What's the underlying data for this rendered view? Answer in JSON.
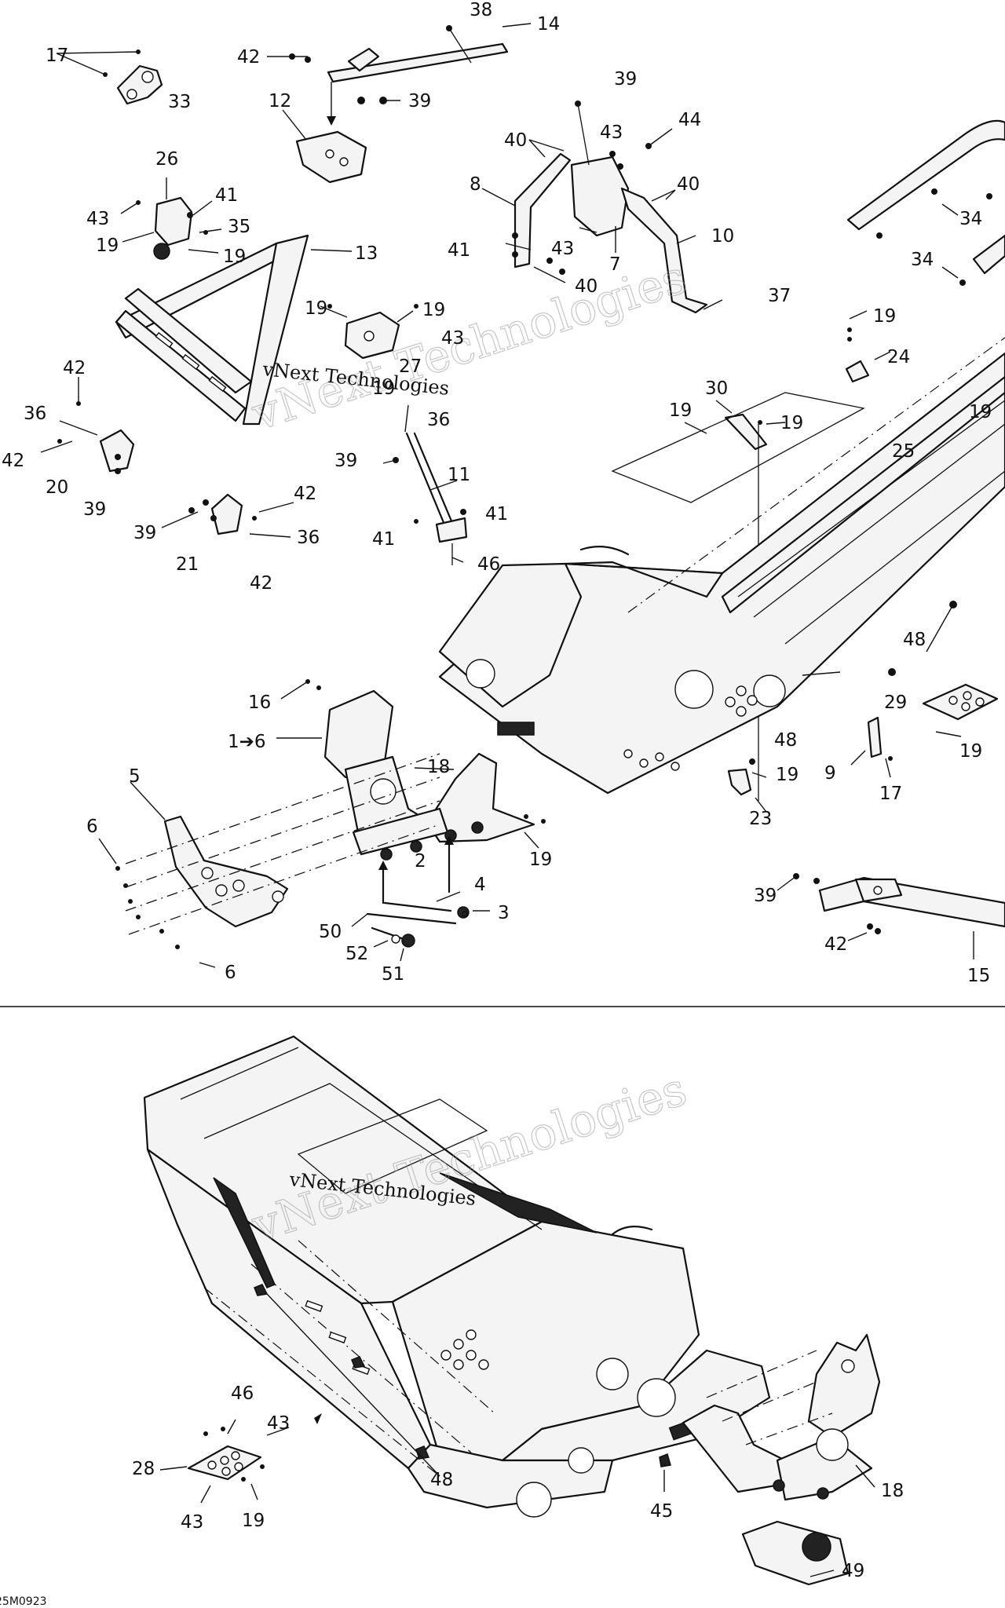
{
  "diagram": {
    "watermark_top": "vNext Technologies",
    "watermark_bottom": "vNext Technologies",
    "watermark_ghost": "vNext Technologies",
    "figure_code": "25M0923",
    "callouts": [
      {
        "id": "c38a",
        "label": "38"
      },
      {
        "id": "c14",
        "label": "14"
      },
      {
        "id": "c17a",
        "label": "17"
      },
      {
        "id": "c33",
        "label": "33"
      },
      {
        "id": "c42a",
        "label": "42"
      },
      {
        "id": "c39a",
        "label": "39"
      },
      {
        "id": "c12",
        "label": "12"
      },
      {
        "id": "c39b",
        "label": "39"
      },
      {
        "id": "c44",
        "label": "44"
      },
      {
        "id": "c40a",
        "label": "40"
      },
      {
        "id": "c43a",
        "label": "43"
      },
      {
        "id": "c8",
        "label": "8"
      },
      {
        "id": "c40b",
        "label": "40"
      },
      {
        "id": "c26",
        "label": "26"
      },
      {
        "id": "c41a",
        "label": "41"
      },
      {
        "id": "c43b",
        "label": "43"
      },
      {
        "id": "c35",
        "label": "35"
      },
      {
        "id": "c19a",
        "label": "19"
      },
      {
        "id": "c19b",
        "label": "19"
      },
      {
        "id": "c13",
        "label": "13"
      },
      {
        "id": "c41b",
        "label": "41"
      },
      {
        "id": "c43c",
        "label": "43"
      },
      {
        "id": "c7",
        "label": "7"
      },
      {
        "id": "c10",
        "label": "10"
      },
      {
        "id": "c40c",
        "label": "40"
      },
      {
        "id": "c34a",
        "label": "34"
      },
      {
        "id": "c34b",
        "label": "34"
      },
      {
        "id": "c37",
        "label": "37"
      },
      {
        "id": "c19c",
        "label": "19"
      },
      {
        "id": "c19d",
        "label": "19"
      },
      {
        "id": "c43d",
        "label": "43"
      },
      {
        "id": "c27",
        "label": "27"
      },
      {
        "id": "c19e",
        "label": "19"
      },
      {
        "id": "c19f",
        "label": "19"
      },
      {
        "id": "c24",
        "label": "24"
      },
      {
        "id": "c42b",
        "label": "42"
      },
      {
        "id": "c36a",
        "label": "36"
      },
      {
        "id": "c30",
        "label": "30"
      },
      {
        "id": "c19g",
        "label": "19"
      },
      {
        "id": "c19h",
        "label": "19"
      },
      {
        "id": "c19i",
        "label": "19"
      },
      {
        "id": "c42c",
        "label": "42"
      },
      {
        "id": "c20",
        "label": "20"
      },
      {
        "id": "c39c",
        "label": "39"
      },
      {
        "id": "c36b",
        "label": "36"
      },
      {
        "id": "c39d",
        "label": "39"
      },
      {
        "id": "c25",
        "label": "25"
      },
      {
        "id": "c11",
        "label": "11"
      },
      {
        "id": "c42d",
        "label": "42"
      },
      {
        "id": "c41c",
        "label": "41"
      },
      {
        "id": "c39e",
        "label": "39"
      },
      {
        "id": "c36c",
        "label": "36"
      },
      {
        "id": "c41d",
        "label": "41"
      },
      {
        "id": "c21",
        "label": "21"
      },
      {
        "id": "c46a",
        "label": "46"
      },
      {
        "id": "c42e",
        "label": "42"
      },
      {
        "id": "c48a",
        "label": "48"
      },
      {
        "id": "c16",
        "label": "16"
      },
      {
        "id": "c1to6",
        "label": "1➔6"
      },
      {
        "id": "c29",
        "label": "29"
      },
      {
        "id": "c19j",
        "label": "19"
      },
      {
        "id": "c18a",
        "label": "18"
      },
      {
        "id": "c48b",
        "label": "48"
      },
      {
        "id": "c5",
        "label": "5"
      },
      {
        "id": "c19k",
        "label": "19"
      },
      {
        "id": "c9",
        "label": "9"
      },
      {
        "id": "c17b",
        "label": "17"
      },
      {
        "id": "c23",
        "label": "23"
      },
      {
        "id": "c6a",
        "label": "6"
      },
      {
        "id": "c19l",
        "label": "19"
      },
      {
        "id": "c2",
        "label": "2"
      },
      {
        "id": "c4",
        "label": "4"
      },
      {
        "id": "c3",
        "label": "3"
      },
      {
        "id": "c39f",
        "label": "39"
      },
      {
        "id": "c50",
        "label": "50"
      },
      {
        "id": "c52",
        "label": "52"
      },
      {
        "id": "c42f",
        "label": "42"
      },
      {
        "id": "c51",
        "label": "51"
      },
      {
        "id": "c6b",
        "label": "6"
      },
      {
        "id": "c15",
        "label": "15"
      },
      {
        "id": "c46b",
        "label": "46"
      },
      {
        "id": "c43e",
        "label": "43"
      },
      {
        "id": "c28",
        "label": "28"
      },
      {
        "id": "c48c",
        "label": "48"
      },
      {
        "id": "c43f",
        "label": "43"
      },
      {
        "id": "c19m",
        "label": "19"
      },
      {
        "id": "c45",
        "label": "45"
      },
      {
        "id": "c18b",
        "label": "18"
      },
      {
        "id": "c49",
        "label": "49"
      }
    ]
  }
}
